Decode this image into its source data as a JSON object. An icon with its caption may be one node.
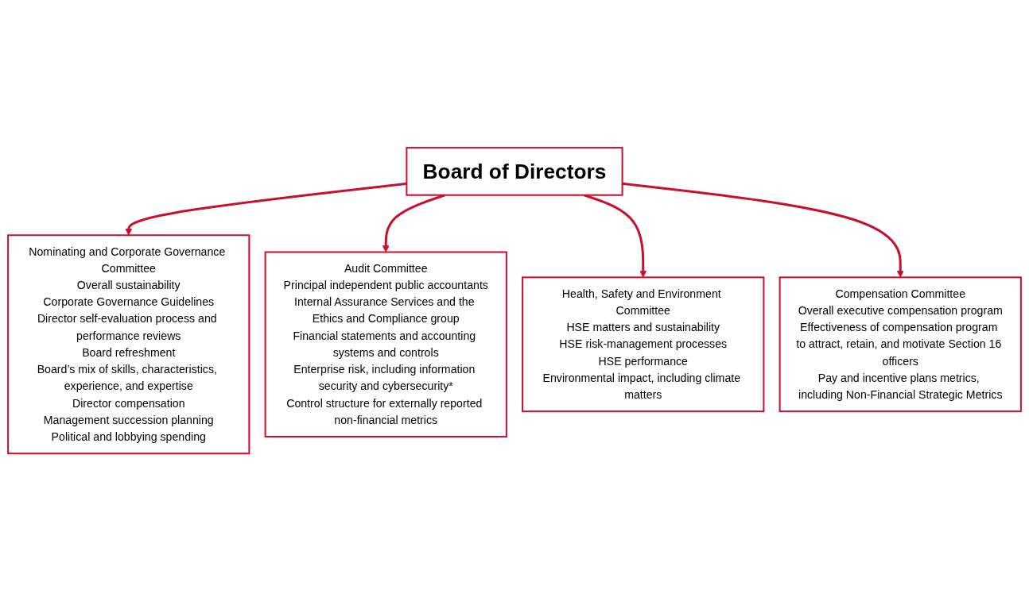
{
  "diagram": {
    "nodes": [
      {
        "text": [
          "Board of Directors"
        ]
      },
      {
        "text": [
          "Nominating and Corporate Governance Committee",
          "Overall sustainability",
          "Corporate Governance Guidelines",
          "Director self-evaluation process and performance reviews",
          "Board refreshment",
          "Board’s mix of skills, characteristics, experience, and expertise",
          "Director compensation",
          "Management succession planning",
          "Political and lobbying spending"
        ]
      },
      {
        "text": [
          "Audit Committee",
          "Principal independent public accountants",
          "Internal Assurance Services and the Ethics and Compliance group",
          "Financial statements and accounting systems and controls",
          "Enterprise risk, including information security and cybersecurity*",
          "Control structure for externally reported non-financial metrics"
        ]
      },
      {
        "text": [
          "Health, Safety and Environment Committee",
          "HSE matters and sustainability",
          "HSE risk-management processes",
          "HSE performance",
          "Environmental impact, including climate matters"
        ]
      },
      {
        "text": [
          "Compensation Committee",
          "Overall executive compensation program",
          "Effectiveness of compensation program to attract, retain, and motivate Section 16 officers",
          "Pay and incentive plans metrics, including Non-Financial Strategic Metrics"
        ]
      }
    ],
    "edges": [
      {
        "from": 0,
        "to": 1,
        "arrow": "to"
      },
      {
        "from": 0,
        "to": 2,
        "arrow": "to"
      },
      {
        "from": 0,
        "to": 3,
        "arrow": "to"
      },
      {
        "from": 0,
        "to": 4,
        "arrow": "to"
      }
    ]
  }
}
